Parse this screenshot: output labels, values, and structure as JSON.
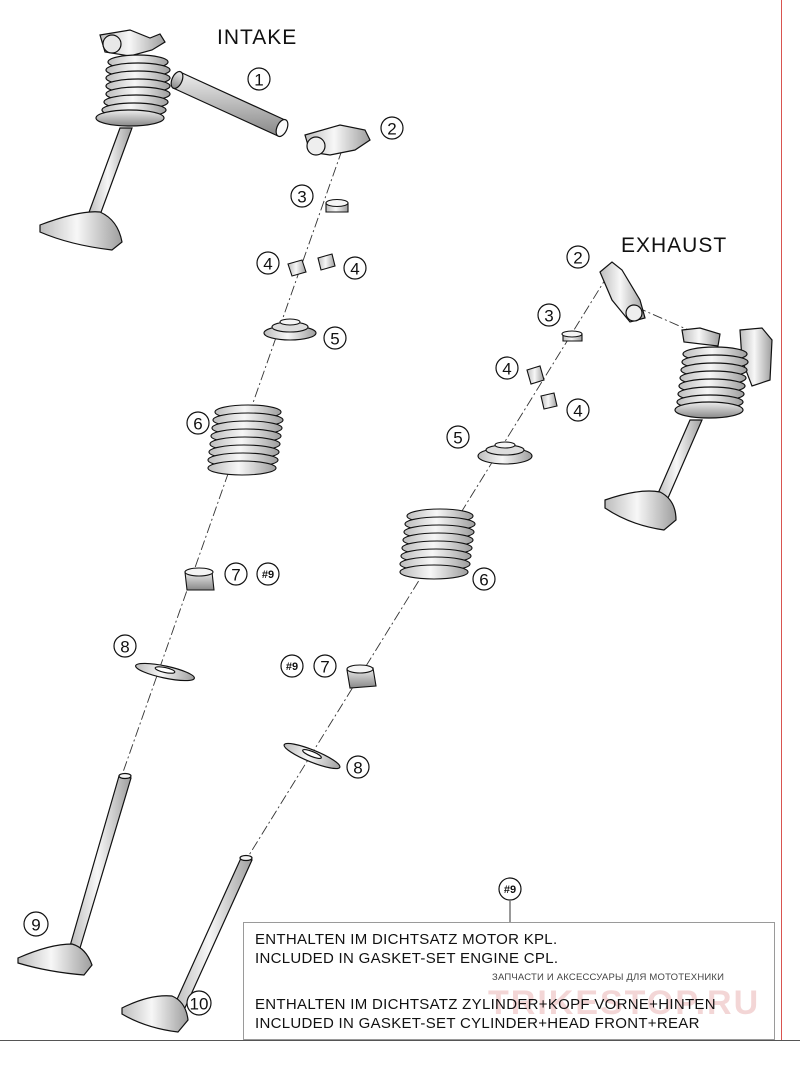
{
  "titles": {
    "intake": "INTAKE",
    "exhaust": "EXHAUST"
  },
  "callouts": {
    "c1": "1",
    "c2": "2",
    "c3": "3",
    "c4": "4",
    "c5": "5",
    "c6": "6",
    "c7": "7",
    "c8": "8",
    "c9": "9",
    "c10": "10",
    "ref9": "#9"
  },
  "note": {
    "ref": "#9",
    "line1": "ENTHALTEN IM DICHTSATZ MOTOR KPL.",
    "line2": "INCLUDED IN GASKET-SET ENGINE CPL.",
    "line3": "ENTHALTEN IM DICHTSATZ ZYLINDER+KOPF VORNE+HINTEN",
    "line4": "INCLUDED IN GASKET-SET CYLINDER+HEAD FRONT+REAR"
  },
  "watermark": {
    "caption": "ЗАПЧАСТИ И АКСЕССУАРЫ ДЛЯ МОТОТЕХНИКИ",
    "logo": "TRIKESTOP.RU"
  },
  "colors": {
    "line": "#111111",
    "part_fill": "#f2f2f2",
    "rule": "#d9534f",
    "box_border": "#9a9a9a"
  }
}
